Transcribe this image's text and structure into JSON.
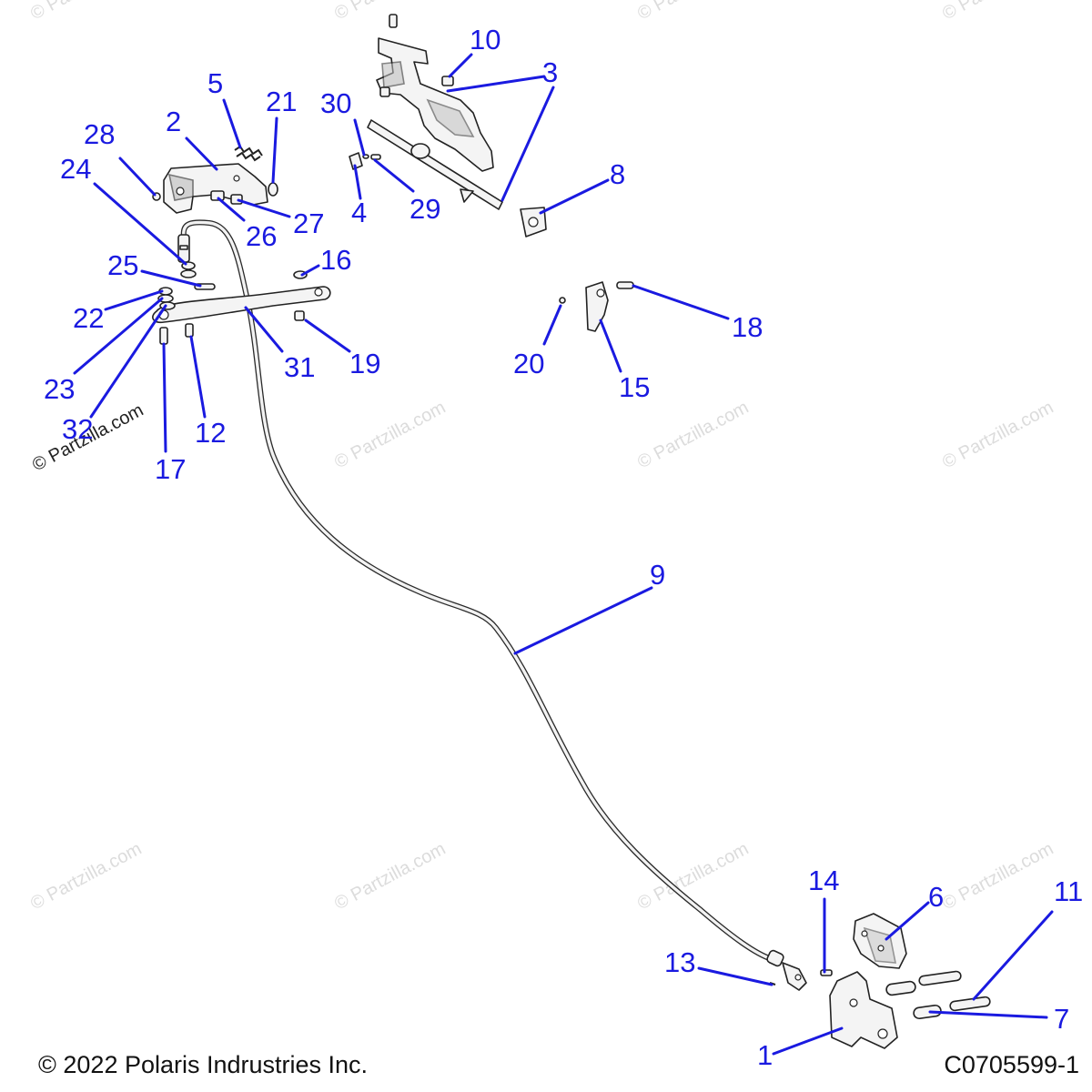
{
  "watermark": {
    "text": "© Partzilla.com",
    "color": "#dcdcdc"
  },
  "callouts": {
    "c1": "1",
    "c2": "2",
    "c3": "3",
    "c4": "4",
    "c5": "5",
    "c6": "6",
    "c7": "7",
    "c8": "8",
    "c9": "9",
    "c10": "10",
    "c11": "11",
    "c12": "12",
    "c13": "13",
    "c14": "14",
    "c15": "15",
    "c16": "16",
    "c17": "17",
    "c18": "18",
    "c19": "19",
    "c20": "20",
    "c21": "21",
    "c22": "22",
    "c23": "23",
    "c24": "24",
    "c25": "25",
    "c26": "26",
    "c27": "27",
    "c28": "28",
    "c29": "29",
    "c30": "30",
    "c31": "31",
    "c32": "32"
  },
  "footer": {
    "copyright": "© 2022 Polaris Indrustries Inc.",
    "figure_id": "C0705599-1"
  },
  "colors": {
    "callout": "#1a1ae0",
    "line_art": "#222222",
    "background": "#ffffff"
  }
}
